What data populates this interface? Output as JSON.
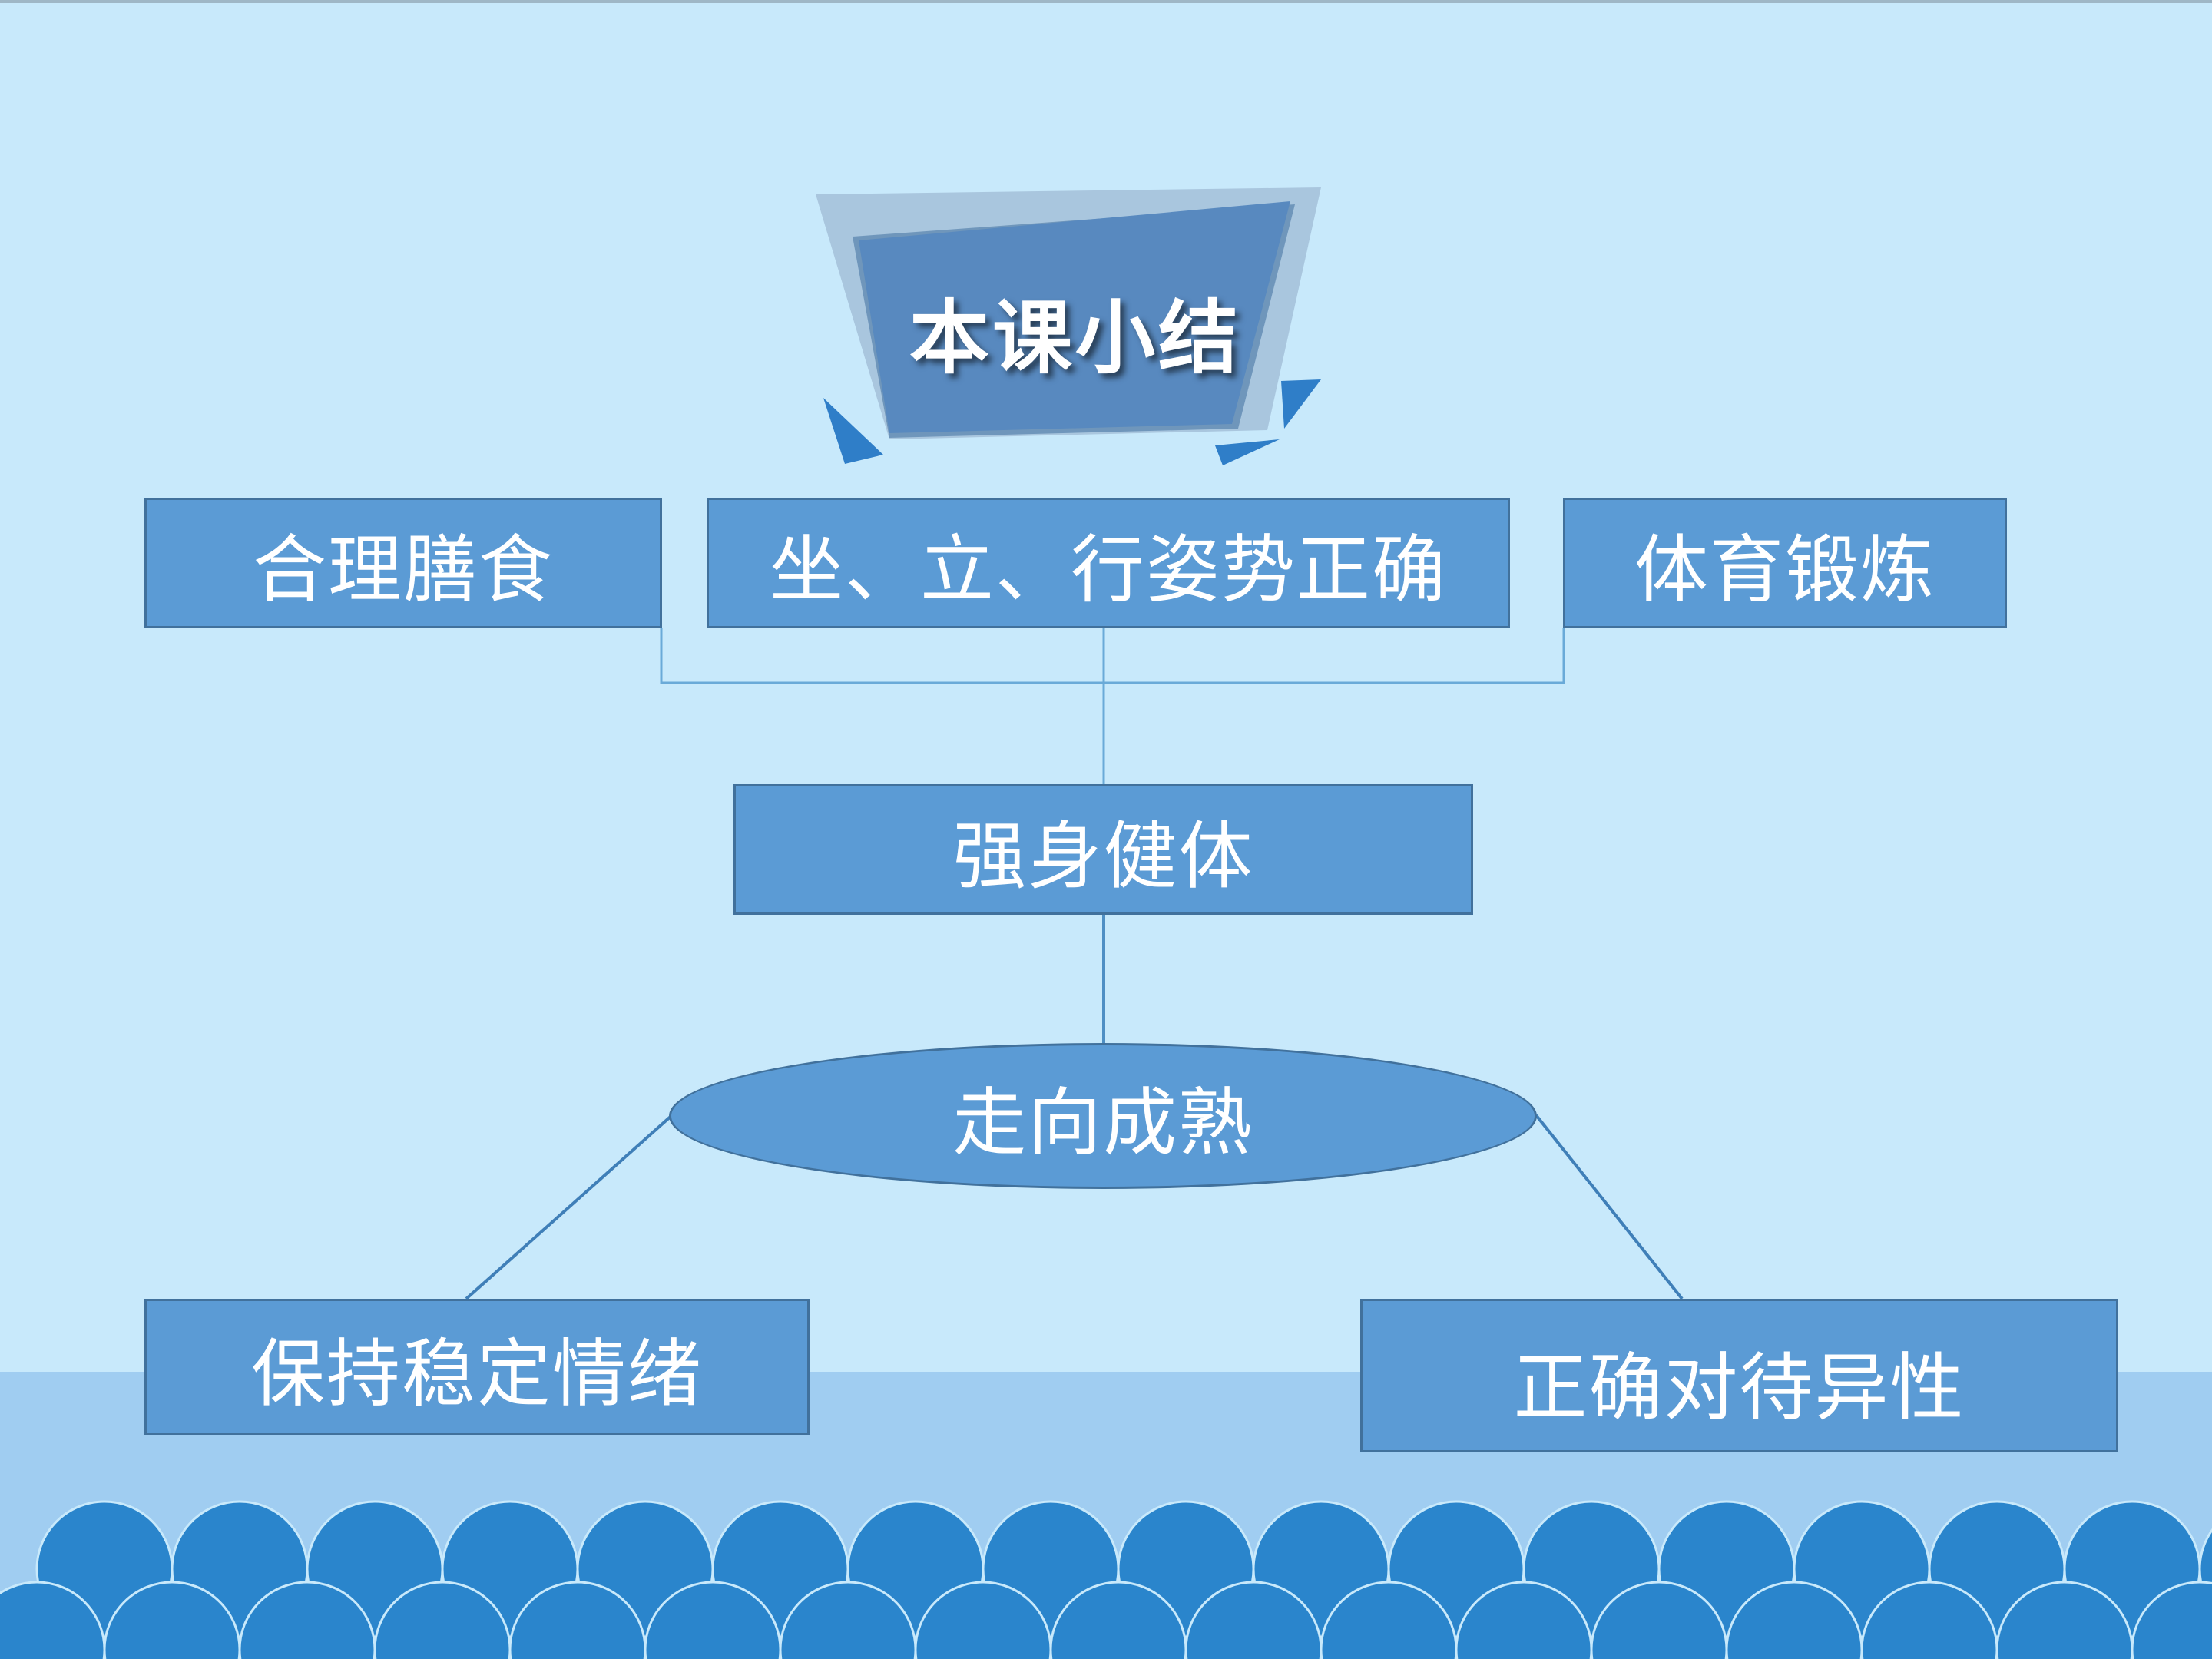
{
  "title": "本课小结",
  "top_boxes": [
    "合理膳食",
    "坐、立、行姿势正确",
    "体育锻炼"
  ],
  "middle_box": "强身健体",
  "ellipse": "走向成熟",
  "bottom_boxes": [
    "保持稳定情绪",
    "正确对待异性"
  ],
  "colors": {
    "background": "#c8e9fb",
    "lower_band": "#a0cdf1",
    "box_fill": "#5b9bd5",
    "box_border": "#41719c",
    "waves": "#2a85cc",
    "banner_back": "#a8c4dc",
    "banner_front": "#5889bf",
    "connector": "#6aaad8"
  }
}
